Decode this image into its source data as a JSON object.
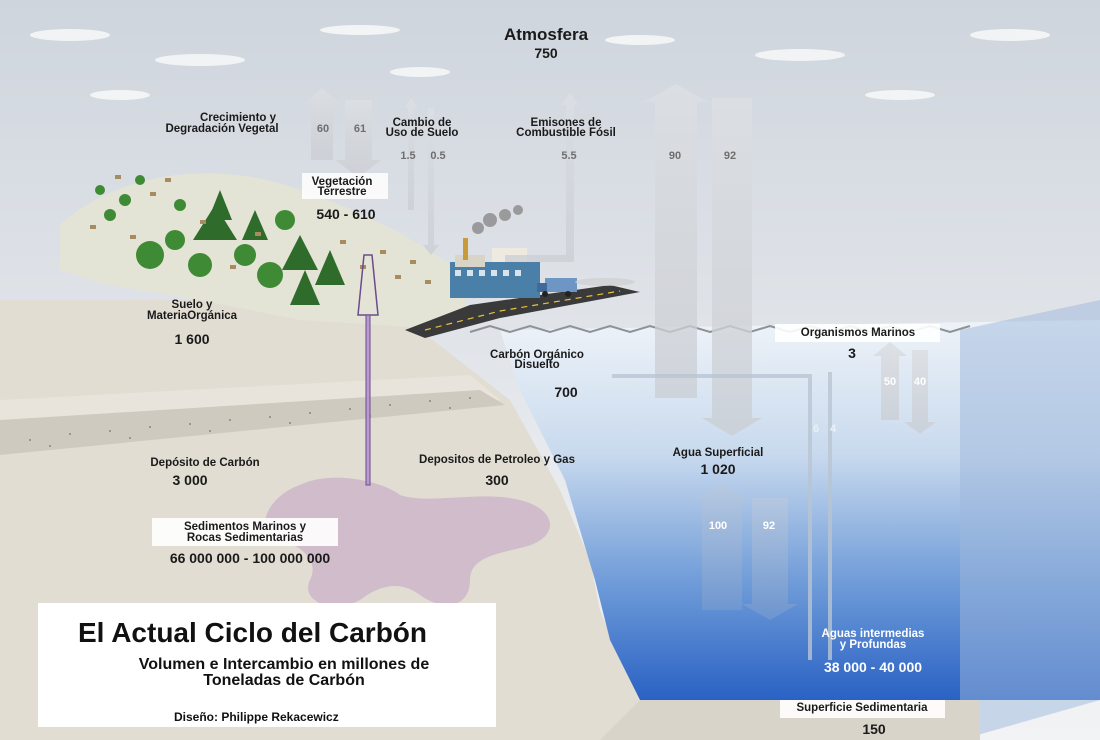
{
  "diagram": {
    "title": "El Actual Ciclo del Carbón",
    "subtitle_line1": "Volumen e Intercambio en millones de",
    "subtitle_line2": "Toneladas de Carbón",
    "credit": "Diseño: Philippe Rekacewicz",
    "reservoirs": {
      "atmosphere": {
        "label": "Atmosfera",
        "value": "750"
      },
      "vegetation": {
        "label_line1": "Vegetación",
        "label_line2": "Terrestre",
        "value": "540 - 610"
      },
      "soil": {
        "label_line1": "Suelo y",
        "label_line2": "MateriaOrgánica",
        "value": "1 600"
      },
      "dissolved_organic": {
        "label_line1": "Carbón Orgánico",
        "label_line2": "Disuelto",
        "value": "700"
      },
      "marine_organisms": {
        "label": "Organismos Marinos",
        "value": "3"
      },
      "coal": {
        "label": "Depósito de Carbón",
        "value": "3 000"
      },
      "oil_gas": {
        "label": "Depositos de Petroleo y Gas",
        "value": "300"
      },
      "sediments": {
        "label_line1": "Sedimentos Marinos y",
        "label_line2": "Rocas Sedimentarias",
        "value": "66 000 000 - 100 000 000"
      },
      "surface_water": {
        "label": "Agua Superficial",
        "value": "1 020"
      },
      "deep_water": {
        "label_line1": "Aguas intermedias",
        "label_line2": "y Profundas",
        "value": "38 000 - 40 000"
      },
      "sedimentary_surface": {
        "label": "Superficie Sedimentaria",
        "value": "150"
      }
    },
    "fluxes": {
      "vegetation_growth": {
        "label_line1": "Crecimiento y",
        "label_line2": "Degradación Vegetal",
        "up": "60",
        "down": "61"
      },
      "land_use": {
        "label_line1": "Cambio de",
        "label_line2": "Uso de Suelo",
        "a": "1.5",
        "b": "0.5"
      },
      "fossil": {
        "label_line1": "Emisones de",
        "label_line2": "Combustible Fósil",
        "value": "5.5"
      },
      "ocean_atmosphere": {
        "up": "90",
        "down": "92"
      },
      "marine_bio": {
        "up": "50",
        "down": "40"
      },
      "surface_deep": {
        "up": "100",
        "down": "92"
      },
      "organisms_to_deep": {
        "a": "6",
        "b": "4"
      }
    }
  }
}
